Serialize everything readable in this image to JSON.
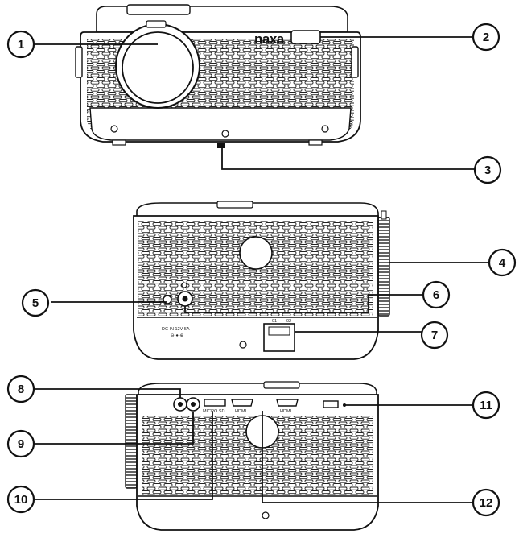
{
  "brand": {
    "logo_text": "naxa"
  },
  "labels": {
    "dc_input": "DC IN 12V 5A",
    "mic_out": "MICRO SD",
    "hdmi1": "HDMI",
    "hdmi2": "HDMI"
  },
  "callouts": [
    {
      "id": "1",
      "label": "1"
    },
    {
      "id": "2",
      "label": "2"
    },
    {
      "id": "3",
      "label": "3"
    },
    {
      "id": "4",
      "label": "4"
    },
    {
      "id": "5",
      "label": "5"
    },
    {
      "id": "6",
      "label": "6"
    },
    {
      "id": "7",
      "label": "7"
    },
    {
      "id": "8",
      "label": "8"
    },
    {
      "id": "9",
      "label": "9"
    },
    {
      "id": "10",
      "label": "10"
    },
    {
      "id": "11",
      "label": "11"
    },
    {
      "id": "12",
      "label": "12"
    }
  ]
}
